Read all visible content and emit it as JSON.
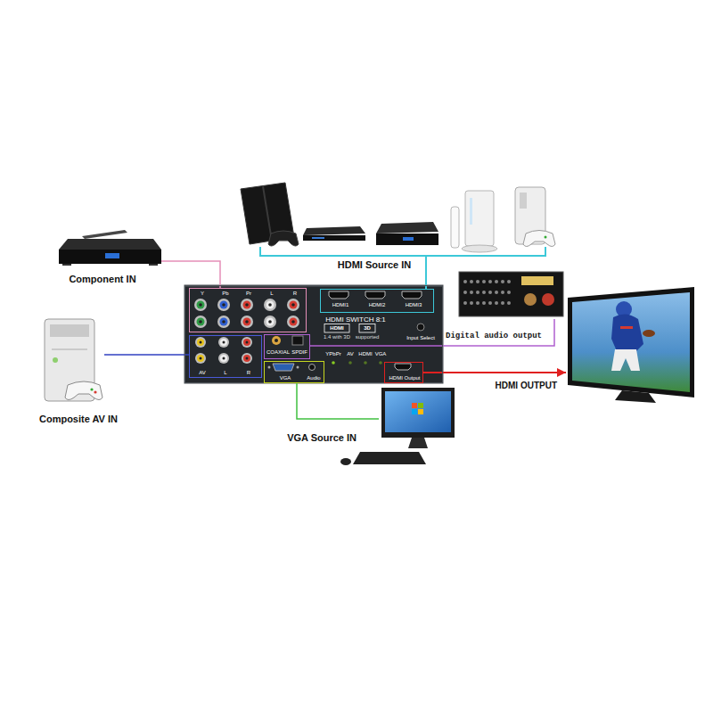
{
  "diagram": {
    "nodes": [
      {
        "text": [
          "HDMI Source IN"
        ]
      },
      {
        "text": [
          "Component IN"
        ]
      },
      {
        "text": [
          "HDMI SWITCH 8:1"
        ]
      },
      {
        "text": [
          "HDMI1",
          "HDMI2",
          "HDMI3"
        ],
        "in": 2
      },
      {
        "text": [
          "Y",
          "Pb",
          "Pr",
          "L",
          "R"
        ],
        "in": 2
      },
      {
        "text": [
          "AV",
          "L",
          "R"
        ],
        "in": 2
      },
      {
        "text": [
          "COAXIAL",
          "SPDIF"
        ],
        "in": 2
      },
      {
        "text": [
          "VGA",
          "Audio"
        ],
        "in": 2
      },
      {
        "text": [
          "HDMI Output"
        ],
        "in": 2
      },
      {
        "text": [
          "Digital audio output"
        ]
      },
      {
        "text": [
          "Composite AV IN"
        ]
      },
      {
        "text": [
          "HDMI OUTPUT"
        ]
      },
      {
        "text": [
          "VGA Source IN"
        ]
      }
    ],
    "edges": [
      {
        "from": 0,
        "to": 3,
        "arrow": "none"
      },
      {
        "from": 1,
        "to": 4,
        "arrow": "none"
      },
      {
        "from": 10,
        "to": 5,
        "arrow": "none"
      },
      {
        "from": 6,
        "to": 9,
        "arrow": "none"
      },
      {
        "from": 7,
        "to": 12,
        "arrow": "none"
      },
      {
        "from": 8,
        "to": 11,
        "arrow": "to"
      }
    ],
    "labels": [
      "HDMI",
      "1.4 with 3D",
      "3D",
      "supported",
      "Input Select",
      "YPbPr",
      "AV",
      "HDMI",
      "VGA"
    ]
  }
}
